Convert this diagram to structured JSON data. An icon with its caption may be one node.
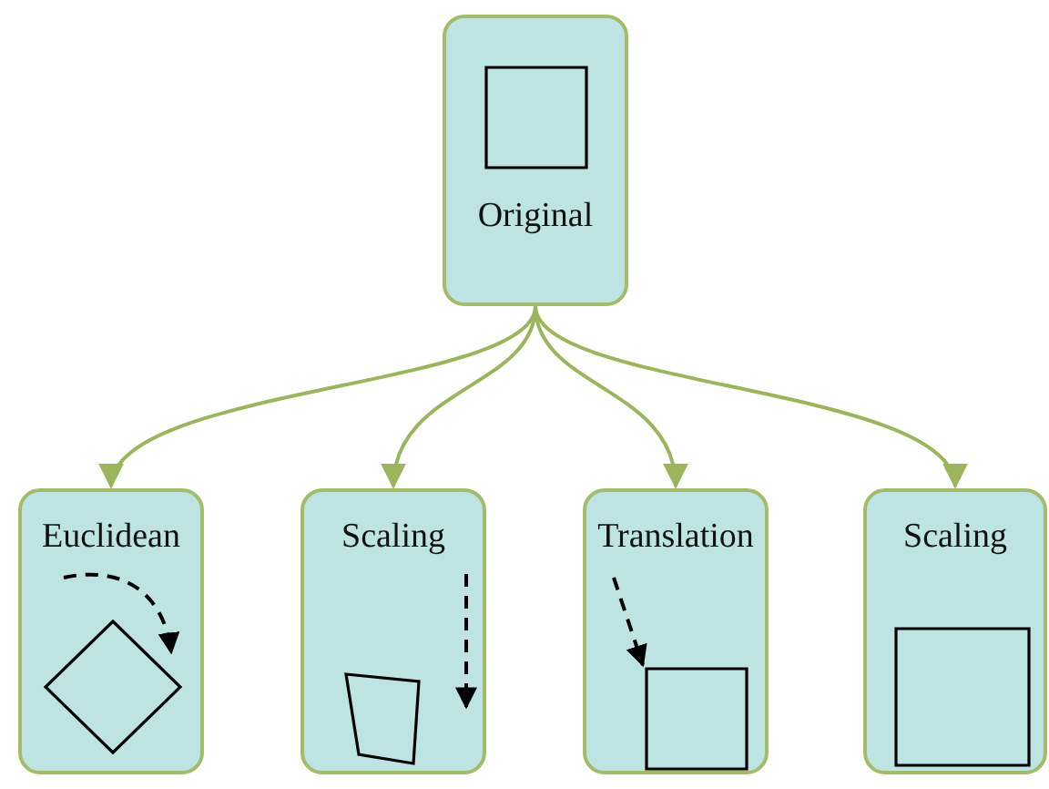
{
  "diagram": {
    "nodes": [
      {
        "text": [
          "Original"
        ]
      },
      {
        "text": [
          "Euclidean"
        ]
      },
      {
        "text": [
          "Scaling"
        ]
      },
      {
        "text": [
          "Translation"
        ]
      },
      {
        "text": [
          "Scaling"
        ]
      }
    ],
    "edges": [
      {
        "from": 0,
        "to": 1,
        "arrow": "to"
      },
      {
        "from": 0,
        "to": 2,
        "arrow": "to"
      },
      {
        "from": 0,
        "to": 3,
        "arrow": "to"
      },
      {
        "from": 0,
        "to": 4,
        "arrow": "to"
      }
    ]
  }
}
